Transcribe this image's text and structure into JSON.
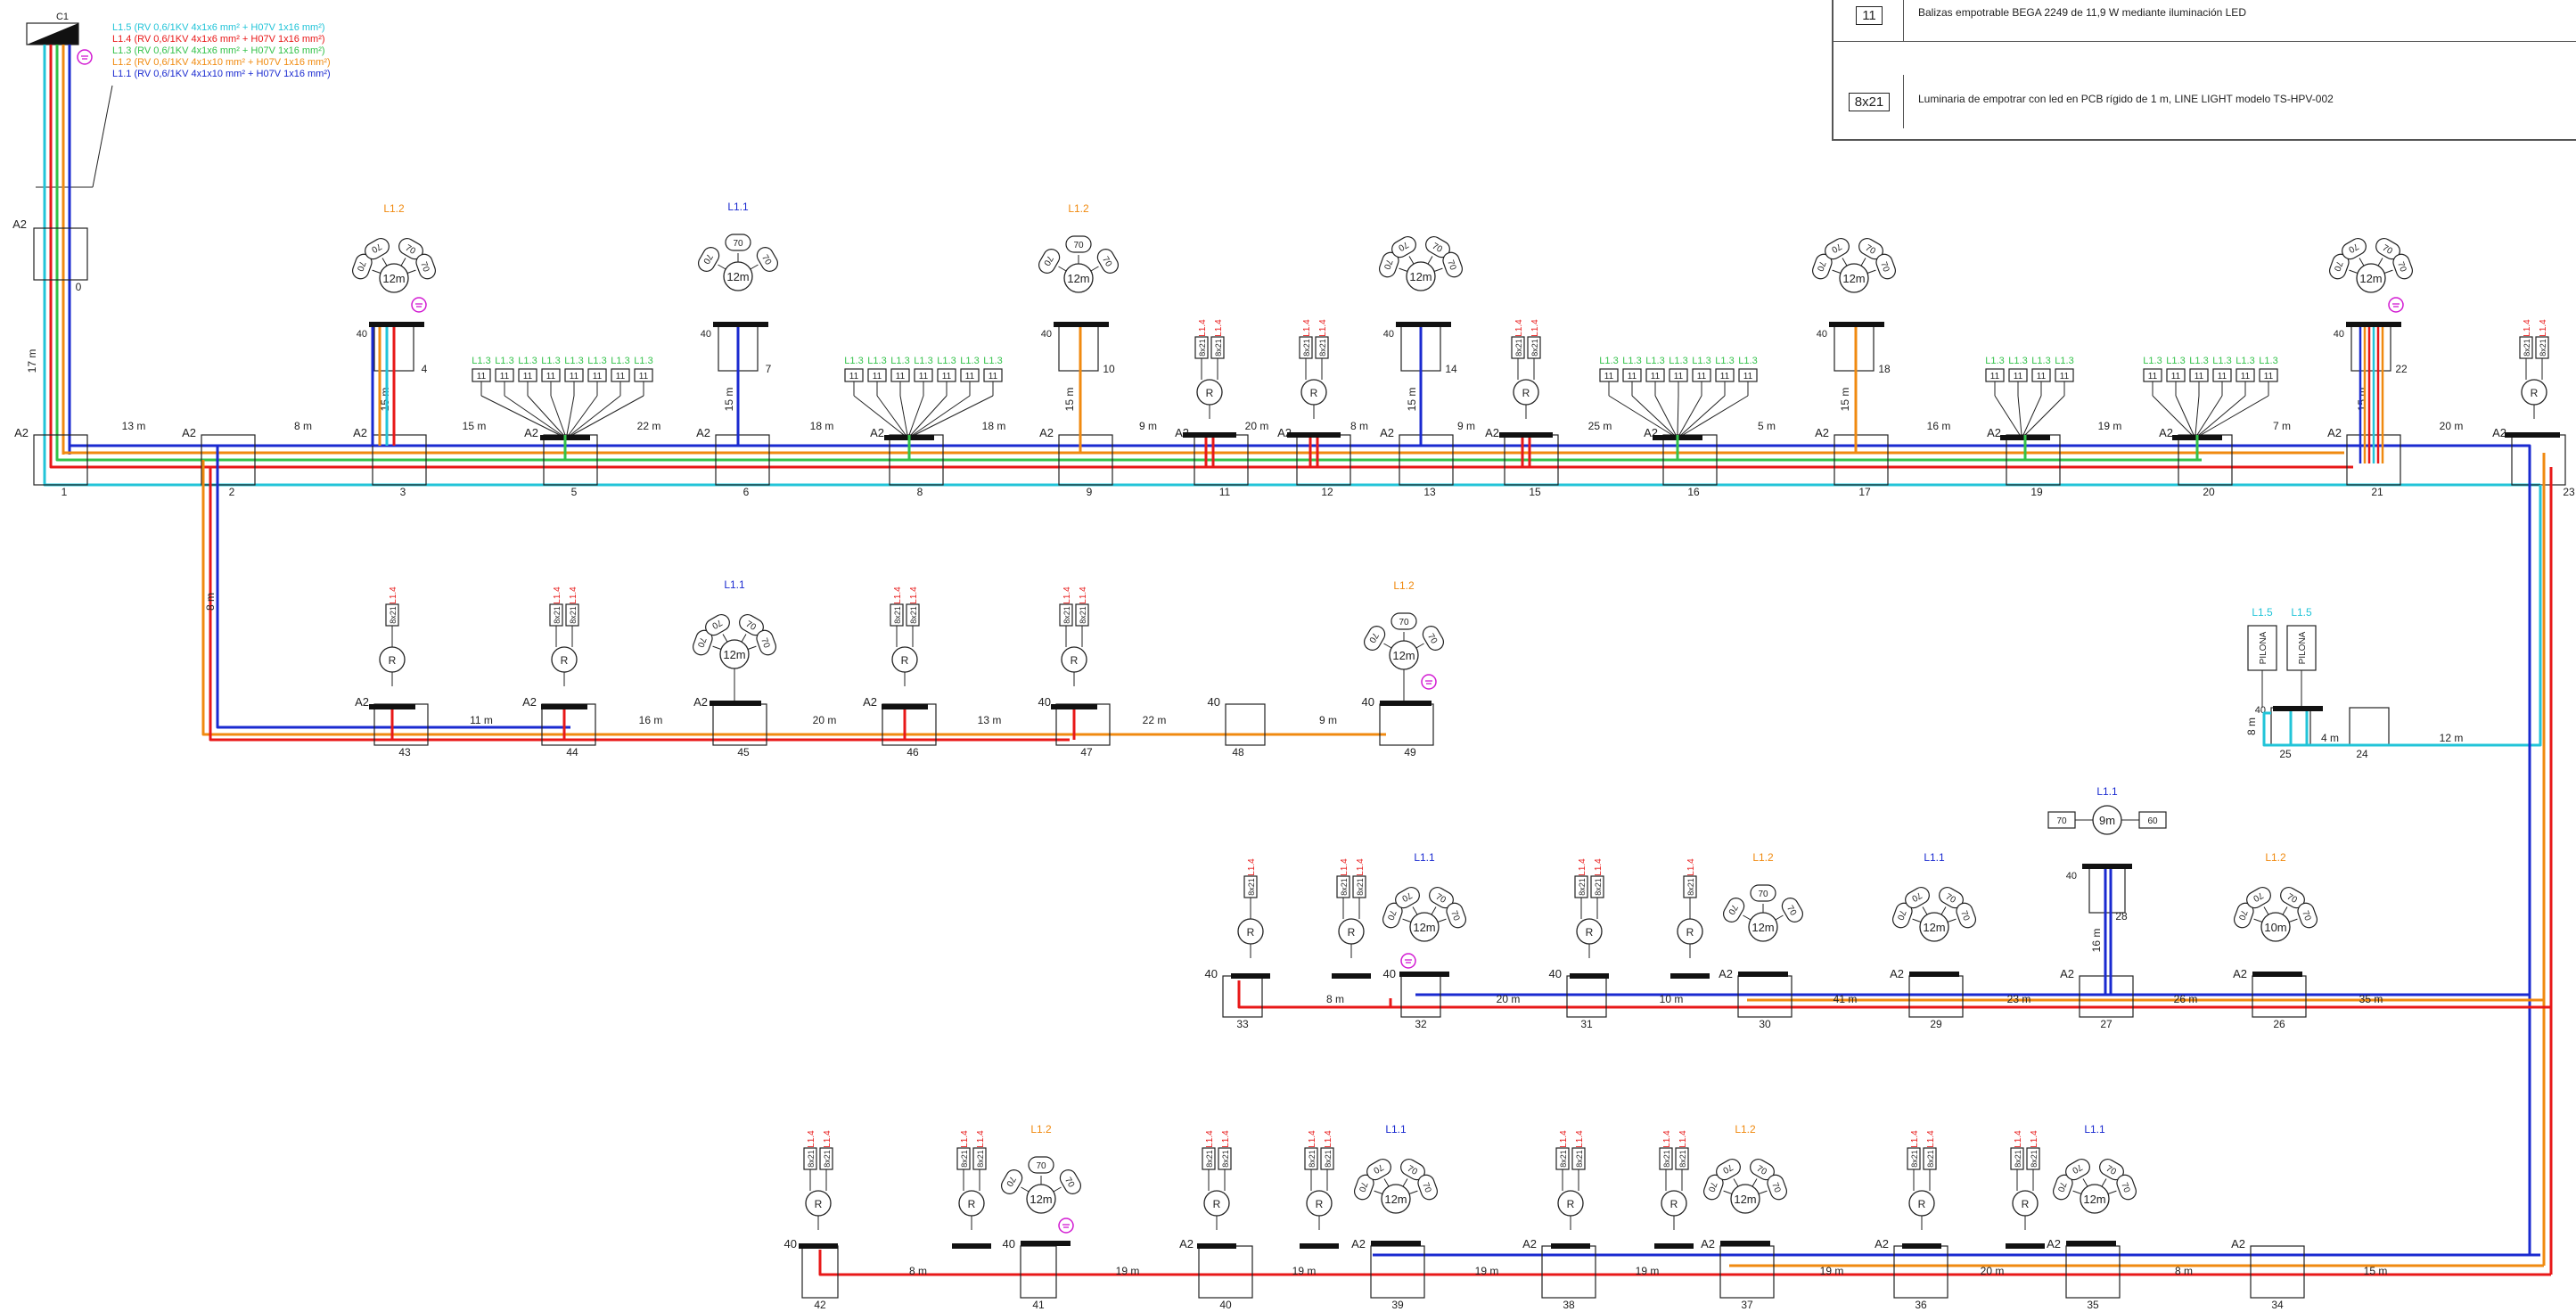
{
  "legend": {
    "rows": [
      {
        "symbol": "11",
        "text": "Balizas empotrable BEGA 2249 de 11,9 W mediante iluminación LED"
      },
      {
        "symbol": "8x21",
        "text": "Luminaria de empotrar con led en PCB rígido de 1 m, LINE LIGHT modelo TS-HPV-002"
      }
    ]
  },
  "panel_label": "C1",
  "circuits": [
    {
      "name": "L1.5",
      "spec": "L1.5 (RV 0,6/1KV 4x1x6 mm² + H07V 1x16 mm²)",
      "color": "#22c4d8"
    },
    {
      "name": "L1.4",
      "spec": "L1.4 (RV 0,6/1KV 4x1x6 mm² + H07V 1x16 mm²)",
      "color": "#e81818"
    },
    {
      "name": "L1.3",
      "spec": "L1.3 (RV 0,6/1KV 4x1x6 mm² + H07V 1x16 mm²)",
      "color": "#33c24a"
    },
    {
      "name": "L1.2",
      "spec": "L1.2 (RV 0,6/1KV 4x1x10 mm² + H07V 1x16 mm²)",
      "color": "#f08a10"
    },
    {
      "name": "L1.1",
      "spec": "L1.1 (RV 0,6/1KV 4x1x10 mm² + H07V 1x16 mm²)",
      "color": "#1a2ad0"
    }
  ],
  "labels": {
    "box_a2": "A2",
    "box_40": "40",
    "mast_12m": "12m",
    "mast_10m": "10m",
    "mast_9m": "9m",
    "fixture_70": "70",
    "fixture_60": "60",
    "recessed_8x21": "8x21",
    "baliza_11": "11",
    "round_r": "R",
    "pilona": "PILONA",
    "run_17m": "17 m",
    "node_0": "0"
  },
  "row1": {
    "boxes": [
      {
        "id": "1"
      },
      {
        "id": "2"
      },
      {
        "id": "3"
      },
      {
        "id": "5"
      },
      {
        "id": "6"
      },
      {
        "id": "8"
      },
      {
        "id": "9"
      },
      {
        "id": "11"
      },
      {
        "id": "12"
      },
      {
        "id": "13"
      },
      {
        "id": "15"
      },
      {
        "id": "16"
      },
      {
        "id": "17"
      },
      {
        "id": "19"
      },
      {
        "id": "20"
      },
      {
        "id": "21"
      },
      {
        "id": "23"
      }
    ],
    "distances": [
      "13 m",
      "8 m",
      "15 m",
      "22 m",
      "18 m",
      "18 m",
      "9 m",
      "20 m",
      "8 m",
      "9 m",
      "25 m",
      "5 m",
      "16 m",
      "19 m",
      "7 m",
      "20 m"
    ],
    "masts": [
      {
        "id": "4",
        "circuit": "L1.2"
      },
      {
        "id": "7",
        "circuit": "L1.1"
      },
      {
        "id": "10",
        "circuit": "L1.2"
      },
      {
        "id": "14",
        "circuit": ""
      },
      {
        "id": "18",
        "circuit": ""
      },
      {
        "id": "22",
        "circuit": ""
      }
    ],
    "balizas": [
      {
        "circuit": "L1.3",
        "count": 8
      },
      {
        "circuit": "L1.3",
        "count": 7
      },
      {
        "circuit": "L1.3",
        "count": 7
      },
      {
        "circuit": "L1.3",
        "count": 4
      },
      {
        "circuit": "L1.3",
        "count": 6
      }
    ],
    "recessed": [
      {
        "circuit": "L1.4"
      },
      {
        "circuit": "L1.4"
      },
      {
        "circuit": "L1.4"
      },
      {
        "circuit": "L1.4"
      }
    ],
    "drop_label": "15 m"
  },
  "row2": {
    "boxes": [
      {
        "id": "43"
      },
      {
        "id": "44"
      },
      {
        "id": "45"
      },
      {
        "id": "46"
      },
      {
        "id": "47"
      },
      {
        "id": "48"
      },
      {
        "id": "49"
      }
    ],
    "distances": [
      "11 m",
      "16 m",
      "20 m",
      "13 m",
      "22 m",
      "9 m"
    ],
    "vertical": "8 m",
    "mast_45": "L1.1",
    "mast_49": "L1.2"
  },
  "row2_right": {
    "boxes": [
      {
        "id": "25"
      },
      {
        "id": "24"
      }
    ],
    "distances": [
      "8 m",
      "4 m",
      "12 m"
    ],
    "pilona_circuits": [
      "L1.5",
      "L1.5"
    ]
  },
  "row3": {
    "boxes": [
      {
        "id": "33"
      },
      {
        "id": "32"
      },
      {
        "id": "31"
      },
      {
        "id": "30"
      },
      {
        "id": "29"
      },
      {
        "id": "27"
      },
      {
        "id": "26"
      }
    ],
    "distances": [
      "8 m",
      "20 m",
      "10 m",
      "41 m",
      "23 m",
      "26 m",
      "35 m"
    ],
    "mast_32": "L1.1",
    "mast_30": "L1.2",
    "mast_29": "L1.1",
    "mast_28": {
      "id": "28",
      "circuit": "L1.1",
      "drop": "16 m"
    },
    "mast_26": "L1.2"
  },
  "row4": {
    "boxes": [
      {
        "id": "42"
      },
      {
        "id": "41"
      },
      {
        "id": "40"
      },
      {
        "id": "39"
      },
      {
        "id": "38"
      },
      {
        "id": "37"
      },
      {
        "id": "36"
      },
      {
        "id": "35"
      },
      {
        "id": "34"
      }
    ],
    "distances": [
      "8 m",
      "19 m",
      "19 m",
      "19 m",
      "19 m",
      "19 m",
      "20 m",
      "8 m",
      "15 m"
    ],
    "mast_41": "L1.2",
    "mast_39": "L1.1",
    "mast_37": "L1.2",
    "mast_35": "L1.1"
  }
}
